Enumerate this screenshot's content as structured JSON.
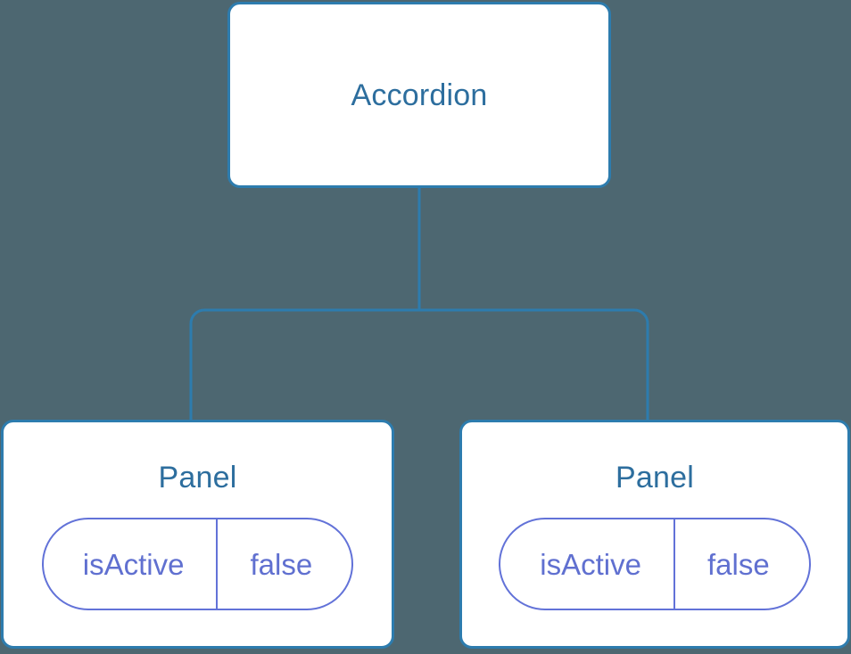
{
  "diagram": {
    "type": "component-tree",
    "background_color": "#4d6771",
    "node_border_color": "#2d7cae",
    "node_title_color": "#2d6e9e",
    "connector_color": "#2d7cae",
    "prop_color": "#6272d8",
    "nodes": [
      {
        "id": "accordion",
        "title": "Accordion",
        "props": []
      },
      {
        "id": "panel-0",
        "title": "Panel",
        "props": [
          {
            "key": "isActive",
            "value": "false"
          }
        ]
      },
      {
        "id": "panel-1",
        "title": "Panel",
        "props": [
          {
            "key": "isActive",
            "value": "false"
          }
        ]
      }
    ],
    "edges": [
      {
        "from": "accordion",
        "to": "panel-0"
      },
      {
        "from": "accordion",
        "to": "panel-1"
      }
    ]
  }
}
